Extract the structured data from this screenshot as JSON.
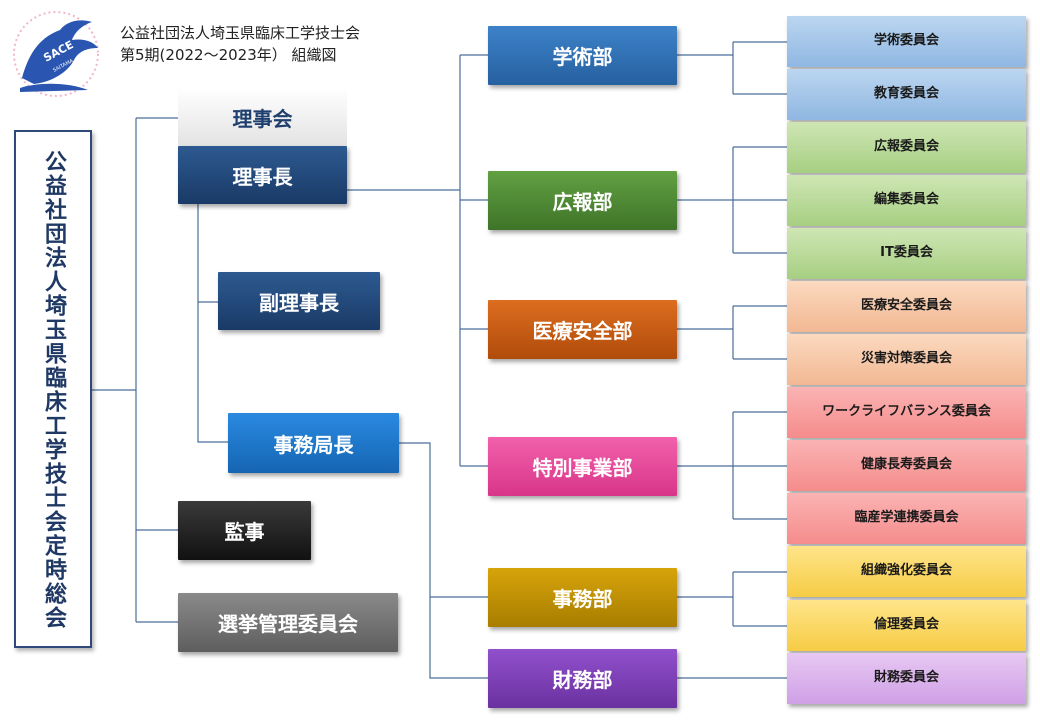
{
  "header": {
    "title_line1": "公益社団法人埼玉県臨床工学技士会",
    "title_line2": "第5期(2022〜2023年） 組織図",
    "logo_text": "SACE",
    "logo_subtext": "SAITAMA"
  },
  "assembly": "公益社団法人埼玉県臨床工学技士会定時総会",
  "left": {
    "board": "理事会",
    "president": "理事長",
    "vice_president": "副理事長",
    "secretary_general": "事務局長",
    "auditor": "監事",
    "election": "選挙管理委員会"
  },
  "departments": {
    "academic": "学術部",
    "pr": "広報部",
    "safety": "医療安全部",
    "special": "特別事業部",
    "office": "事務部",
    "finance": "財務部"
  },
  "committees": {
    "academic_1": "学術委員会",
    "academic_2": "教育委員会",
    "pr_1": "広報委員会",
    "pr_2": "編集委員会",
    "pr_3": "IT委員会",
    "safety_1": "医療安全委員会",
    "safety_2": "災害対策委員会",
    "special_1": "ワークライフバランス委員会",
    "special_2": "健康長寿委員会",
    "special_3": "臨産学連携委員会",
    "office_1": "組織強化委員会",
    "office_2": "倫理委員会",
    "finance_1": "財務委員会"
  },
  "colors": {
    "navy": "#1f3f6e",
    "academic": "#2f6fb1",
    "pr": "#4f8a34",
    "safety": "#c55a11",
    "special": "#e8449a",
    "office": "#bf9000",
    "finance": "#7b3fb3",
    "secretary": "#1f77c9",
    "auditor": "#202020",
    "election": "#6e6e6e",
    "line": "#4a6d9a"
  }
}
